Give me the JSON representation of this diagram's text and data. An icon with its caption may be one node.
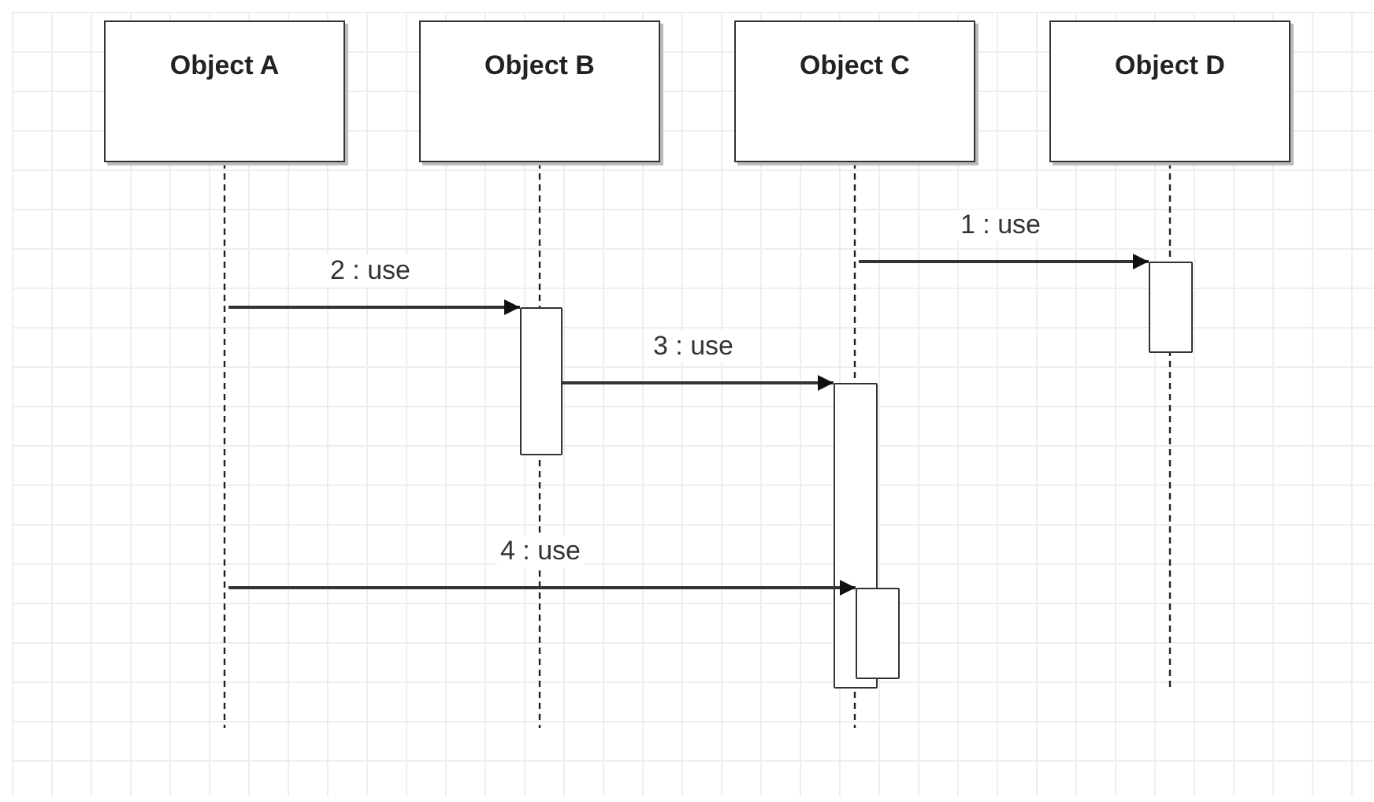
{
  "diagram": {
    "nodes": [
      {
        "text": [
          "Object A"
        ]
      },
      {
        "text": [
          "Object B"
        ]
      },
      {
        "text": [
          "Object C"
        ]
      },
      {
        "text": [
          "Object D"
        ]
      },
      {
        "text": [],
        "shape": "bar"
      },
      {
        "text": [],
        "shape": "bar"
      },
      {
        "text": [],
        "shape": "bar"
      },
      {
        "text": [],
        "shape": "bar"
      }
    ],
    "edges": [
      {
        "from": 0,
        "to": null,
        "arrow": "none",
        "style": "dashed"
      },
      {
        "from": 1,
        "to": null,
        "arrow": "none",
        "style": "dashed"
      },
      {
        "from": 2,
        "to": null,
        "arrow": "none",
        "style": "dashed"
      },
      {
        "from": 3,
        "to": null,
        "arrow": "none",
        "style": "dashed"
      },
      {
        "from": null,
        "to": 7,
        "arrow": "to",
        "label": "1 : use"
      },
      {
        "from": null,
        "to": 4,
        "arrow": "to",
        "label": "2 : use"
      },
      {
        "from": 4,
        "to": 5,
        "arrow": "to",
        "label": "3 : use"
      },
      {
        "from": null,
        "to": 6,
        "arrow": "to",
        "label": "4 : use"
      }
    ]
  }
}
